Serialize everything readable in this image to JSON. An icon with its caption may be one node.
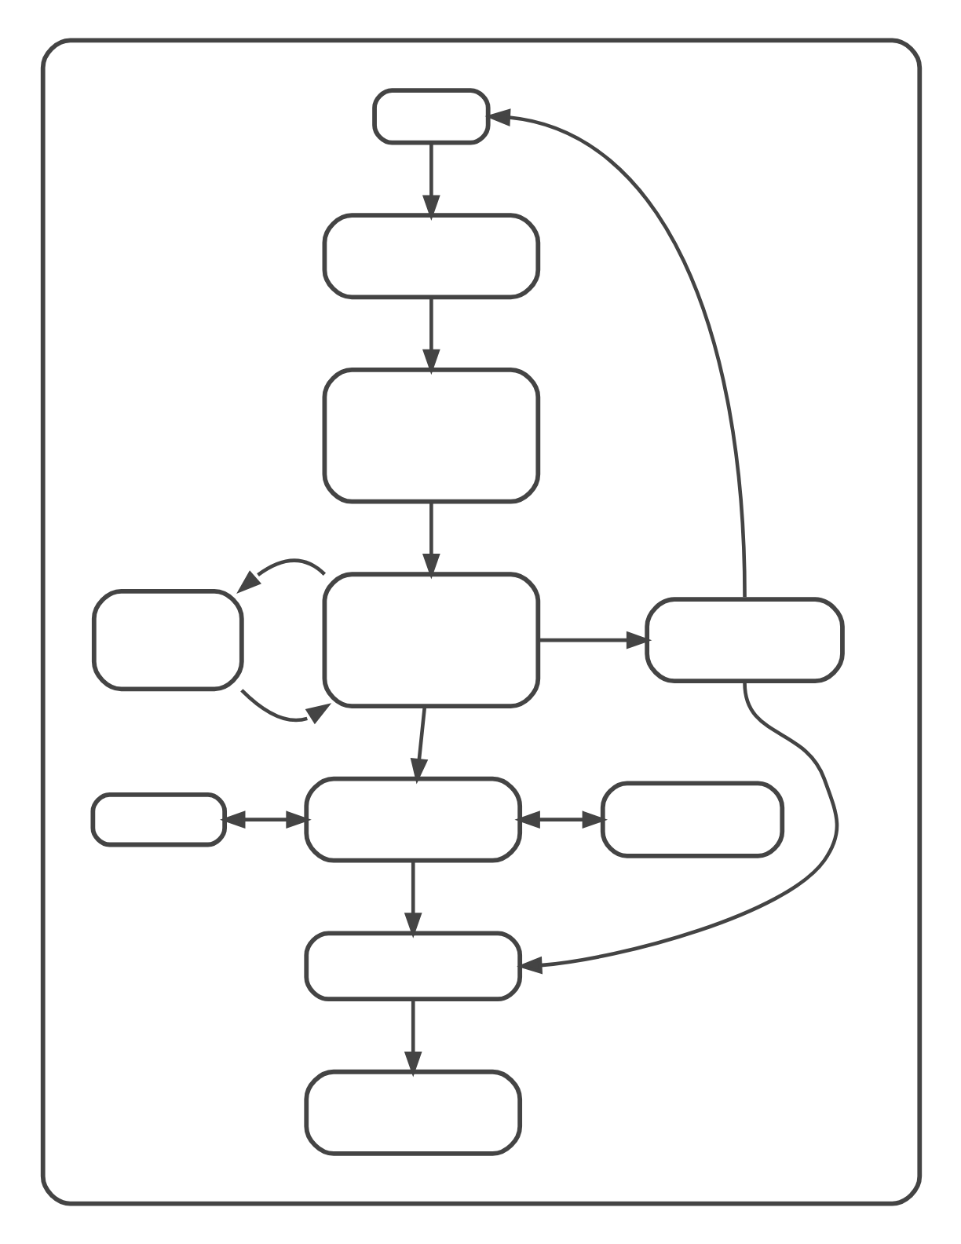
{
  "diagram": {
    "nodes": [
      {
        "text": [],
        "shape": "box"
      },
      {
        "text": [],
        "shape": "box",
        "in": 0
      },
      {
        "text": [],
        "shape": "box",
        "in": 0
      },
      {
        "text": [],
        "shape": "box",
        "in": 0
      },
      {
        "text": [],
        "shape": "box",
        "in": 0
      },
      {
        "text": [],
        "shape": "box",
        "in": 0
      },
      {
        "text": [],
        "shape": "box",
        "in": 0
      },
      {
        "text": [],
        "shape": "box",
        "in": 0
      },
      {
        "text": [],
        "shape": "box",
        "in": 0
      },
      {
        "text": [],
        "shape": "box",
        "in": 0
      },
      {
        "text": [],
        "shape": "box",
        "in": 0
      },
      {
        "text": [],
        "shape": "box",
        "in": 0
      }
    ],
    "edges": [
      {
        "from": 1,
        "to": 2,
        "arrow": "to"
      },
      {
        "from": 2,
        "to": 3,
        "arrow": "to"
      },
      {
        "from": 3,
        "to": 5,
        "arrow": "to"
      },
      {
        "from": 5,
        "to": 4,
        "arrow": "to"
      },
      {
        "from": 4,
        "to": 5,
        "arrow": "to"
      },
      {
        "from": 5,
        "to": 6,
        "arrow": "to"
      },
      {
        "from": 6,
        "to": 1,
        "arrow": "to"
      },
      {
        "from": 5,
        "to": 8,
        "arrow": "to"
      },
      {
        "from": 7,
        "to": 8,
        "arrow": "both"
      },
      {
        "from": 8,
        "to": 9,
        "arrow": "both"
      },
      {
        "from": 6,
        "to": 10,
        "arrow": "to"
      },
      {
        "from": 8,
        "to": 10,
        "arrow": "to"
      },
      {
        "from": 10,
        "to": 11,
        "arrow": "to"
      }
    ]
  }
}
